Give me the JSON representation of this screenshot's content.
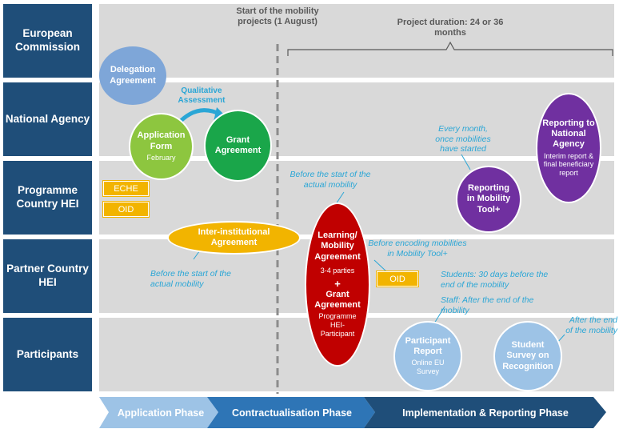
{
  "lanes": [
    {
      "label": "European Commission"
    },
    {
      "label": "National Agency"
    },
    {
      "label": "Programme Country HEI"
    },
    {
      "label": "Partner Country HEI"
    },
    {
      "label": "Participants"
    }
  ],
  "header": {
    "start": "Start of the mobility projects (1 August)",
    "duration": "Project duration: 24 or 36 months"
  },
  "nodes": {
    "delegation": {
      "title": "Delegation Agreement"
    },
    "application": {
      "title": "Application Form",
      "sub": "February"
    },
    "grant": {
      "title": "Grant Agreement"
    },
    "reporting_tool": {
      "title": "Reporting in Mobility Tool+"
    },
    "reporting_na": {
      "title": "Reporting to National Agency",
      "sub": "Interim report & final beneficiary report"
    },
    "inter_institutional": {
      "title": "Inter-institutional Agreement"
    },
    "learning": {
      "title": "Learning/ Mobility Agreement",
      "sub1": "3-4 parties",
      "plus": "+",
      "title2": "Grant Agreement",
      "sub2": "Programme HEI- Participant"
    },
    "participant_report": {
      "title": "Participant Report",
      "sub": "Online EU Survey"
    },
    "student_survey": {
      "title": "Student Survey on Recognition"
    }
  },
  "tags": {
    "eche": "ECHE",
    "oid1": "OID",
    "oid2": "OID"
  },
  "notes": {
    "qualitative": "Qualitative Assessment",
    "every_month": "Every month, once mobilities have started",
    "before_start_actual": "Before the start of the actual mobility",
    "before_start_actual_2": "Before the start of the actual mobility",
    "before_encoding": "Before encoding mobilities in Mobility Tool+",
    "students_30": "Students: 30 days before the end of the mobility",
    "staff_after": "Staff: After the end of the mobility",
    "after_end": "After the end of the mobility"
  },
  "phases": [
    {
      "label": "Application Phase"
    },
    {
      "label": "Contractualisation Phase"
    },
    {
      "label": "Implementation & Reporting Phase"
    }
  ],
  "colors": {
    "lane_label": "#1f4e79",
    "lane_bg": "#d9d9d9",
    "note_blue": "#2aa6d6",
    "tag_yellow": "#f2b400",
    "green_light": "#8dc63f",
    "green_dark": "#1aa64a",
    "purple": "#7030a0",
    "red": "#c00000",
    "light_blue": "#9dc3e6",
    "delegation_blue": "#7ea6d8",
    "phase1": "#9dc3e6",
    "phase2": "#2e75b6",
    "phase3": "#1f4e79"
  }
}
